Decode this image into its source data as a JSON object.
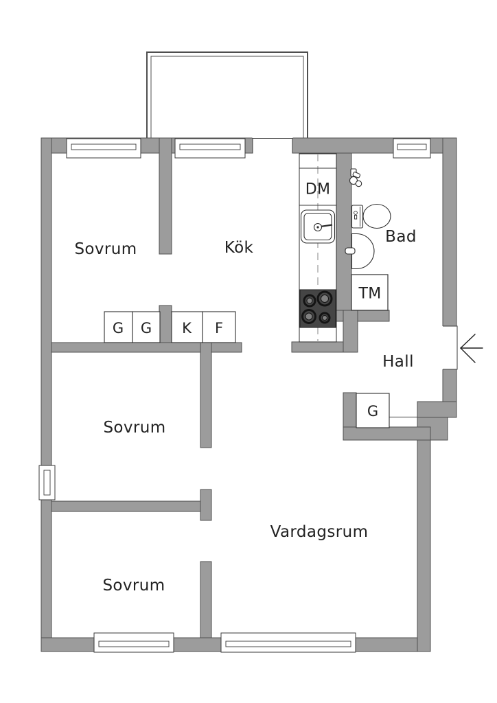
{
  "floor_plan": {
    "rooms": [
      {
        "id": "sovrum-top-left",
        "label": "Sovrum"
      },
      {
        "id": "kok",
        "label": "Kök"
      },
      {
        "id": "bad",
        "label": "Bad"
      },
      {
        "id": "hall",
        "label": "Hall"
      },
      {
        "id": "sovrum-middle-left",
        "label": "Sovrum"
      },
      {
        "id": "vardagsrum",
        "label": "Vardagsrum"
      },
      {
        "id": "sovrum-bottom-left",
        "label": "Sovrum"
      }
    ],
    "appliances": [
      {
        "id": "dishwasher",
        "label": "DM"
      },
      {
        "id": "washing-machine",
        "label": "TM"
      }
    ],
    "storage": [
      {
        "id": "wardrobe-1",
        "label": "G"
      },
      {
        "id": "wardrobe-2",
        "label": "G"
      },
      {
        "id": "fridge",
        "label": "K"
      },
      {
        "id": "freezer",
        "label": "F"
      },
      {
        "id": "hall-wardrobe",
        "label": "G"
      }
    ],
    "features": [
      "balcony-outline",
      "entrance-arrow",
      "entrance-door-line",
      "kitchen-sink",
      "stove-4-burners",
      "toilet",
      "washbasin",
      "shower-mixer",
      "windows"
    ],
    "colors": {
      "wall_fill": "#9c9c9c",
      "wall_outline": "#4f4f4f",
      "stove_fill": "#454545",
      "text": "#222222",
      "background": "#ffffff"
    }
  }
}
